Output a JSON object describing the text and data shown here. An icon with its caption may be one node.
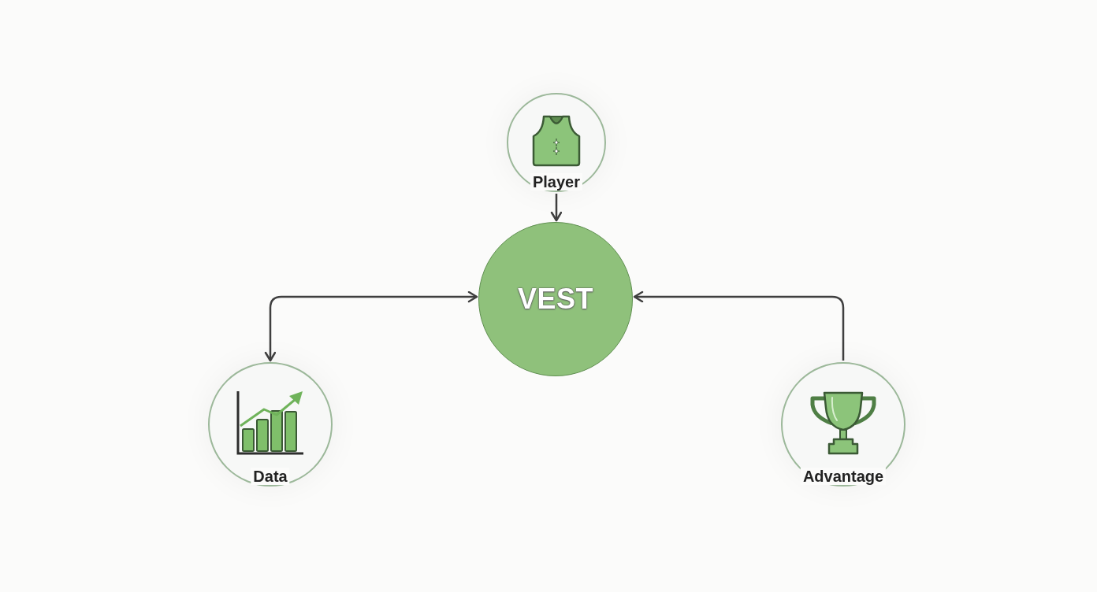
{
  "diagram": {
    "nodes": [
      {
        "text": [
          "Player"
        ]
      },
      {
        "text": [
          "VEST"
        ]
      },
      {
        "text": [
          "Data"
        ]
      },
      {
        "text": [
          "Advantage"
        ]
      }
    ],
    "edges": [
      {
        "from": 0,
        "to": 1,
        "arrow": "to"
      },
      {
        "from": 2,
        "to": 1,
        "arrow": "both"
      },
      {
        "from": 3,
        "to": 1,
        "arrow": "to"
      }
    ]
  }
}
